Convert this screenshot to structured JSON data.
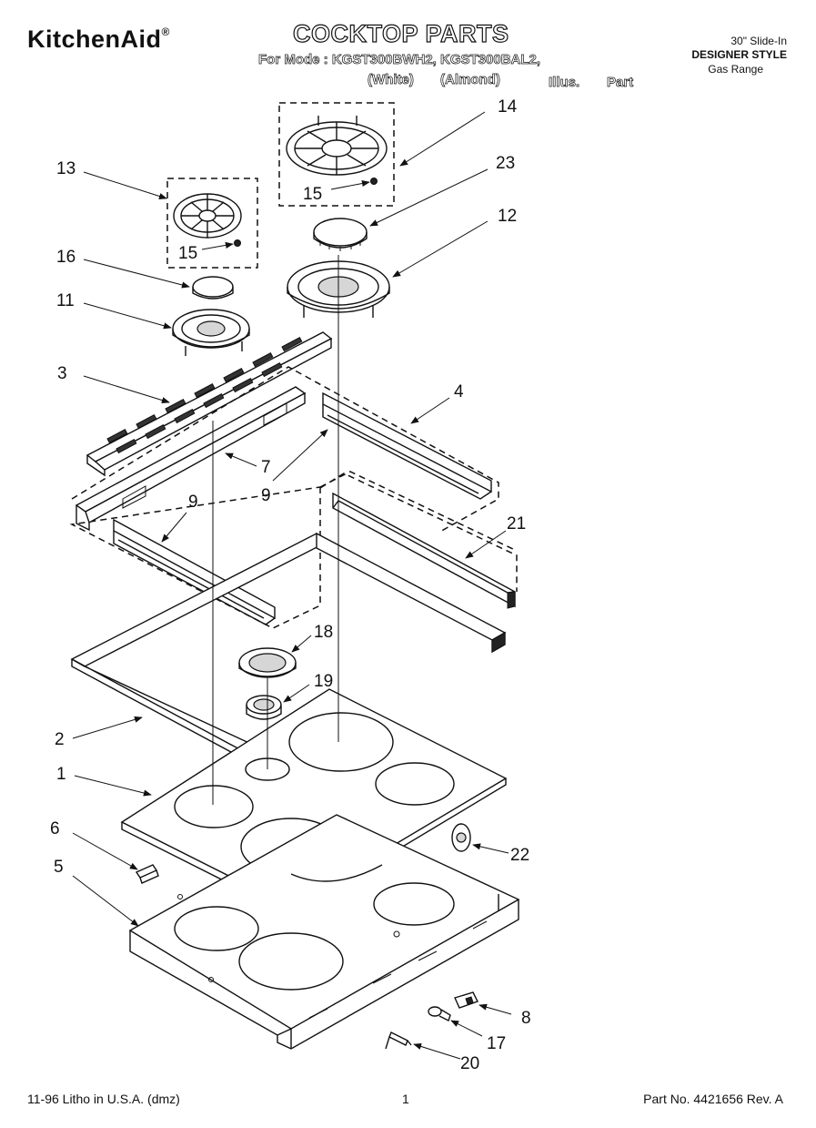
{
  "header": {
    "brand": "KitchenAid",
    "brand_mark": "®",
    "title": "COCKTOP PARTS",
    "model_line": "For Mode : KGST300BWH2, KGST300BAL2,",
    "color_white": "(White)",
    "color_almond": "(Almond)",
    "illus_label": "Illus.",
    "part_label": "Part",
    "range_size": "30\" Slide-In",
    "style": "DESIGNER STYLE",
    "range_type": "Gas Range"
  },
  "callouts": {
    "c1": "1",
    "c2": "2",
    "c3": "3",
    "c4": "4",
    "c5": "5",
    "c6": "6",
    "c7": "7",
    "c8": "8",
    "c9a": "9",
    "c9b": "9",
    "c11": "11",
    "c12": "12",
    "c13": "13",
    "c14": "14",
    "c15a": "15",
    "c15b": "15",
    "c16": "16",
    "c17": "17",
    "c18": "18",
    "c19": "19",
    "c20": "20",
    "c21": "21",
    "c22": "22",
    "c23": "23"
  },
  "footer": {
    "print_info": "11-96 Litho in U.S.A. (dmz)",
    "page_number": "1",
    "part_number": "Part No. 4421656 Rev. A"
  }
}
